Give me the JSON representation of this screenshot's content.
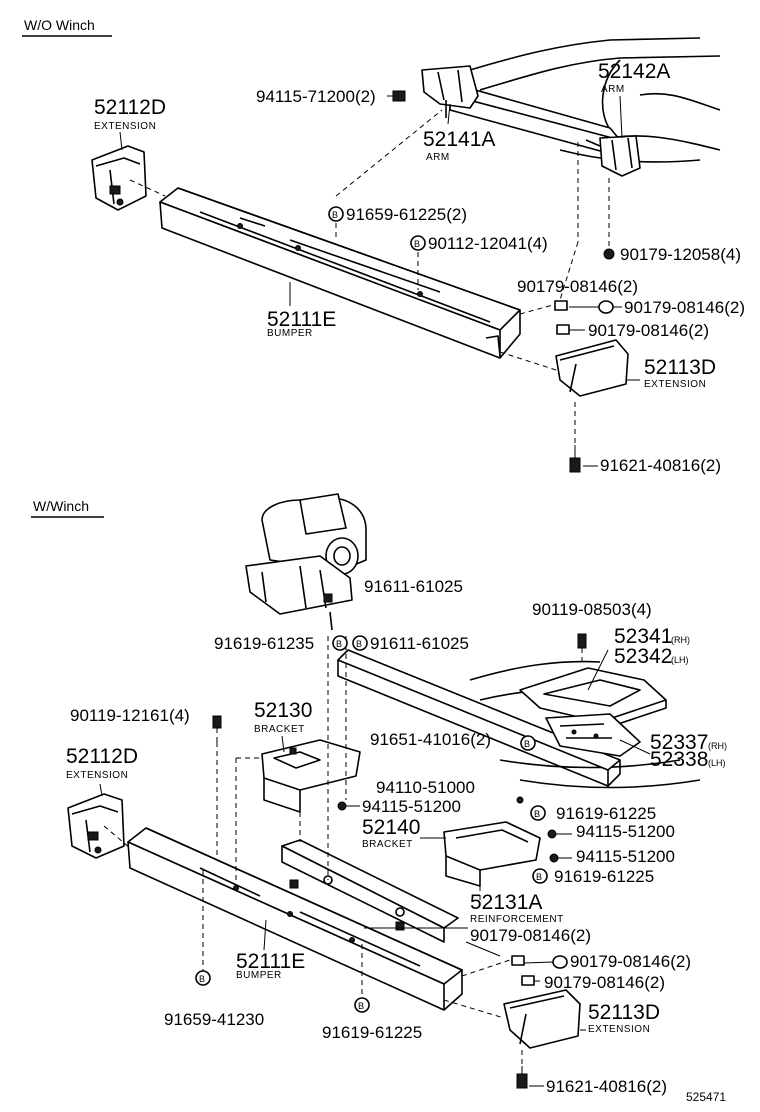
{
  "sections": {
    "wo_winch": "W/O Winch",
    "w_winch": "W/Winch"
  },
  "top": {
    "p1": {
      "num": "52112D",
      "sub": "EXTENSION"
    },
    "p2": {
      "num": "94115-71200(2)"
    },
    "p3": {
      "num": "52141A",
      "sub": "ARM"
    },
    "p4": {
      "num": "52142A",
      "sub": "ARM"
    },
    "p5": {
      "num": "91659-61225(2)"
    },
    "p6": {
      "num": "90112-12041(4)"
    },
    "p7": {
      "num": "90179-12058(4)"
    },
    "p8": {
      "num": "90179-08146(2)"
    },
    "p9": {
      "num": "90179-08146(2)"
    },
    "p10": {
      "num": "90179-08146(2)"
    },
    "p11": {
      "num": "52111E",
      "sub": "BUMPER"
    },
    "p12": {
      "num": "52113D",
      "sub": "EXTENSION"
    },
    "p13": {
      "num": "91621-40816(2)"
    }
  },
  "bottom": {
    "q1": {
      "num": "91611-61025"
    },
    "q2": {
      "num": "90119-08503(4)"
    },
    "q3": {
      "num": "91619-61235"
    },
    "q4": {
      "num": "91611-61025"
    },
    "q5": {
      "num": "52341",
      "side": "(RH)"
    },
    "q6": {
      "num": "52342",
      "side": "(LH)"
    },
    "q7": {
      "num": "90119-12161(4)"
    },
    "q8": {
      "num": "52130",
      "sub": "BRACKET"
    },
    "q9": {
      "num": "91651-41016(2)"
    },
    "q10": {
      "num": "52337",
      "side": "(RH)"
    },
    "q11": {
      "num": "52338",
      "side": "(LH)"
    },
    "q12": {
      "num": "52112D",
      "sub": "EXTENSION"
    },
    "q13": {
      "num": "94110-51000"
    },
    "q14": {
      "num": "94115-51200"
    },
    "q15": {
      "num": "91619-61225"
    },
    "q16": {
      "num": "52140",
      "sub": "BRACKET"
    },
    "q17": {
      "num": "94115-51200"
    },
    "q18": {
      "num": "94115-51200"
    },
    "q19": {
      "num": "91619-61225"
    },
    "q20": {
      "num": "52131A",
      "sub": "REINFORCEMENT"
    },
    "q21": {
      "num": "90179-08146(2)"
    },
    "q22": {
      "num": "90179-08146(2)"
    },
    "q23": {
      "num": "90179-08146(2)"
    },
    "q24": {
      "num": "52111E",
      "sub": "BUMPER"
    },
    "q25": {
      "num": "52113D",
      "sub": "EXTENSION"
    },
    "q26": {
      "num": "91659-41230"
    },
    "q27": {
      "num": "91619-61225"
    },
    "q28": {
      "num": "91621-40816(2)"
    }
  },
  "figure_id": "525471",
  "symbols": {
    "bolt_marker": "B"
  }
}
